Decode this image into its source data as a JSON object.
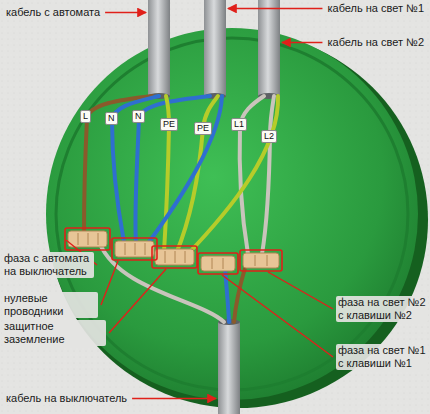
{
  "diagram": {
    "labels": [
      "кабель с автомата",
      "кабель на свет №1",
      "кабель на свет №2",
      "L",
      "N",
      "N",
      "PE",
      "PE",
      "L1",
      "L2",
      "фаза с автомата на выключатель",
      "нулевые проводники",
      "защитное заземление",
      "фаза на свет №2 с клавиши №2",
      "фаза на свет №1 с клавиши №1",
      "кабель на выключатель"
    ]
  }
}
